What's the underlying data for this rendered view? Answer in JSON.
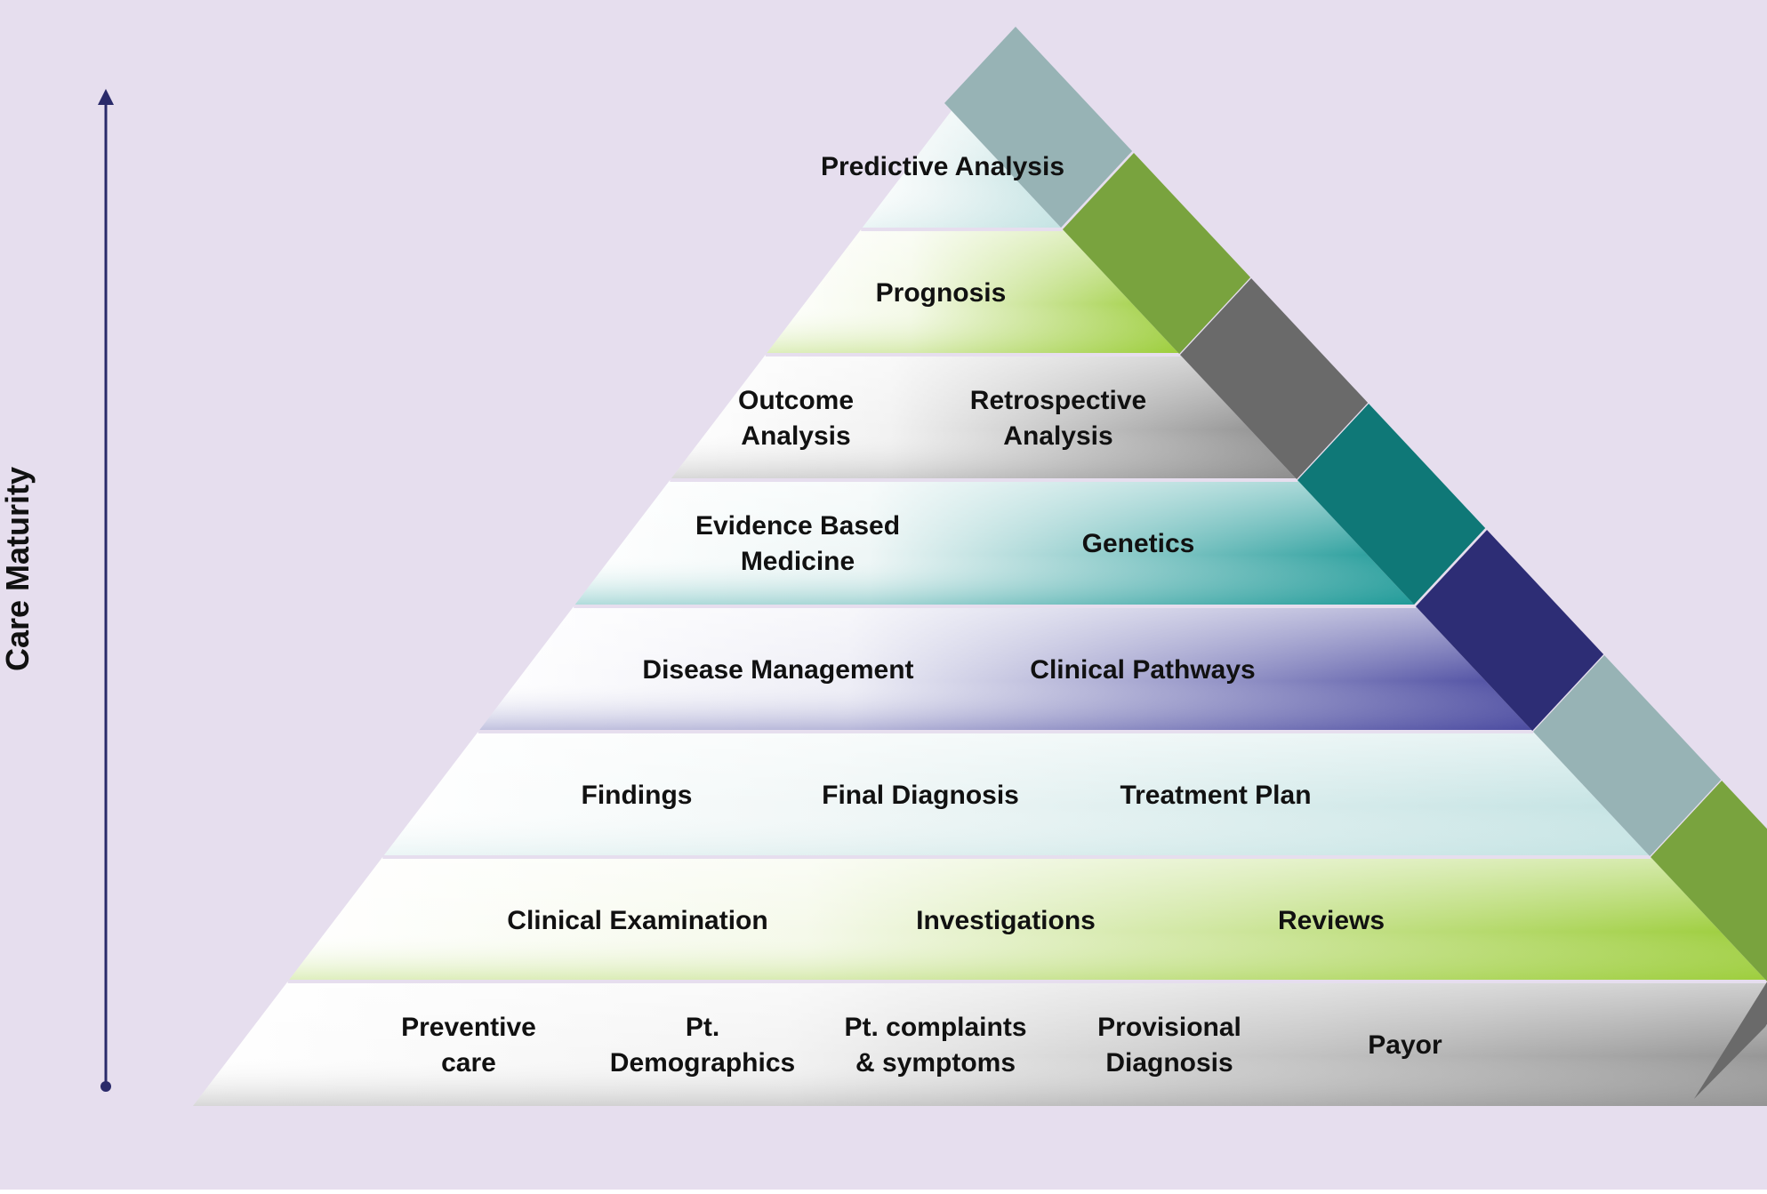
{
  "axis_label": "Care Maturity",
  "levels": [
    {
      "color": "#97b3b5",
      "labels": [
        [
          "Predictive Analysis"
        ]
      ]
    },
    {
      "color": "#79a33e",
      "labels": [
        [
          "Prognosis"
        ]
      ]
    },
    {
      "color": "#6a6a6a",
      "labels": [
        [
          "Outcome",
          "Analysis"
        ],
        [
          "Retrospective",
          "Analysis"
        ]
      ]
    },
    {
      "color": "#0f7877",
      "labels": [
        [
          "Evidence Based",
          "Medicine"
        ],
        [
          "Genetics"
        ]
      ]
    },
    {
      "color": "#2d2d75",
      "labels": [
        [
          "Disease Management"
        ],
        [
          "Clinical Pathways"
        ]
      ]
    },
    {
      "color": "#97b3b5",
      "labels": [
        [
          "Findings"
        ],
        [
          "Final Diagnosis"
        ],
        [
          "Treatment Plan"
        ]
      ]
    },
    {
      "color": "#79a33e",
      "labels": [
        [
          "Clinical Examination"
        ],
        [
          "Investigations"
        ],
        [
          "Reviews"
        ]
      ]
    },
    {
      "color": "#6a6a6a",
      "labels": [
        [
          "Preventive",
          "care"
        ],
        [
          "Pt.",
          "Demographics"
        ],
        [
          "Pt. complaints",
          "& symptoms"
        ],
        [
          "Provisional",
          "Diagnosis"
        ],
        [
          "Payor"
        ]
      ]
    }
  ],
  "colors": {
    "background": "#e6deee",
    "arrow": "#2a2a6a",
    "light_green": "#9ccd3a",
    "light_teal": "#c4e3e3",
    "periwinkle": "#4a4aa0",
    "teal_band": "#1f9a98"
  }
}
